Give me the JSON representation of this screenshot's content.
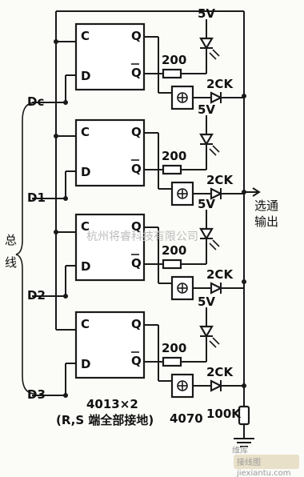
{
  "labels": {
    "ff_c": "C",
    "ff_d": "D",
    "ff_q": "Q",
    "ff_qbar": "Q",
    "supply": "5V",
    "resistor": "200",
    "diode": "2CK",
    "bus_inputs": [
      "Dc",
      "D1",
      "D2",
      "D3"
    ],
    "bus_text": [
      "总",
      "线"
    ],
    "output_text": [
      "选通",
      "输出"
    ],
    "chip_ff": "4013×2",
    "chip_note": "(R,S 端全部接地)",
    "chip_gate": "4070",
    "pulldown": "100K"
  },
  "watermarks": {
    "center": "杭州将睿科技有限公司",
    "logo_top": "维库",
    "logo_bottom": "接线图",
    "site": "jiexiantu.com"
  }
}
